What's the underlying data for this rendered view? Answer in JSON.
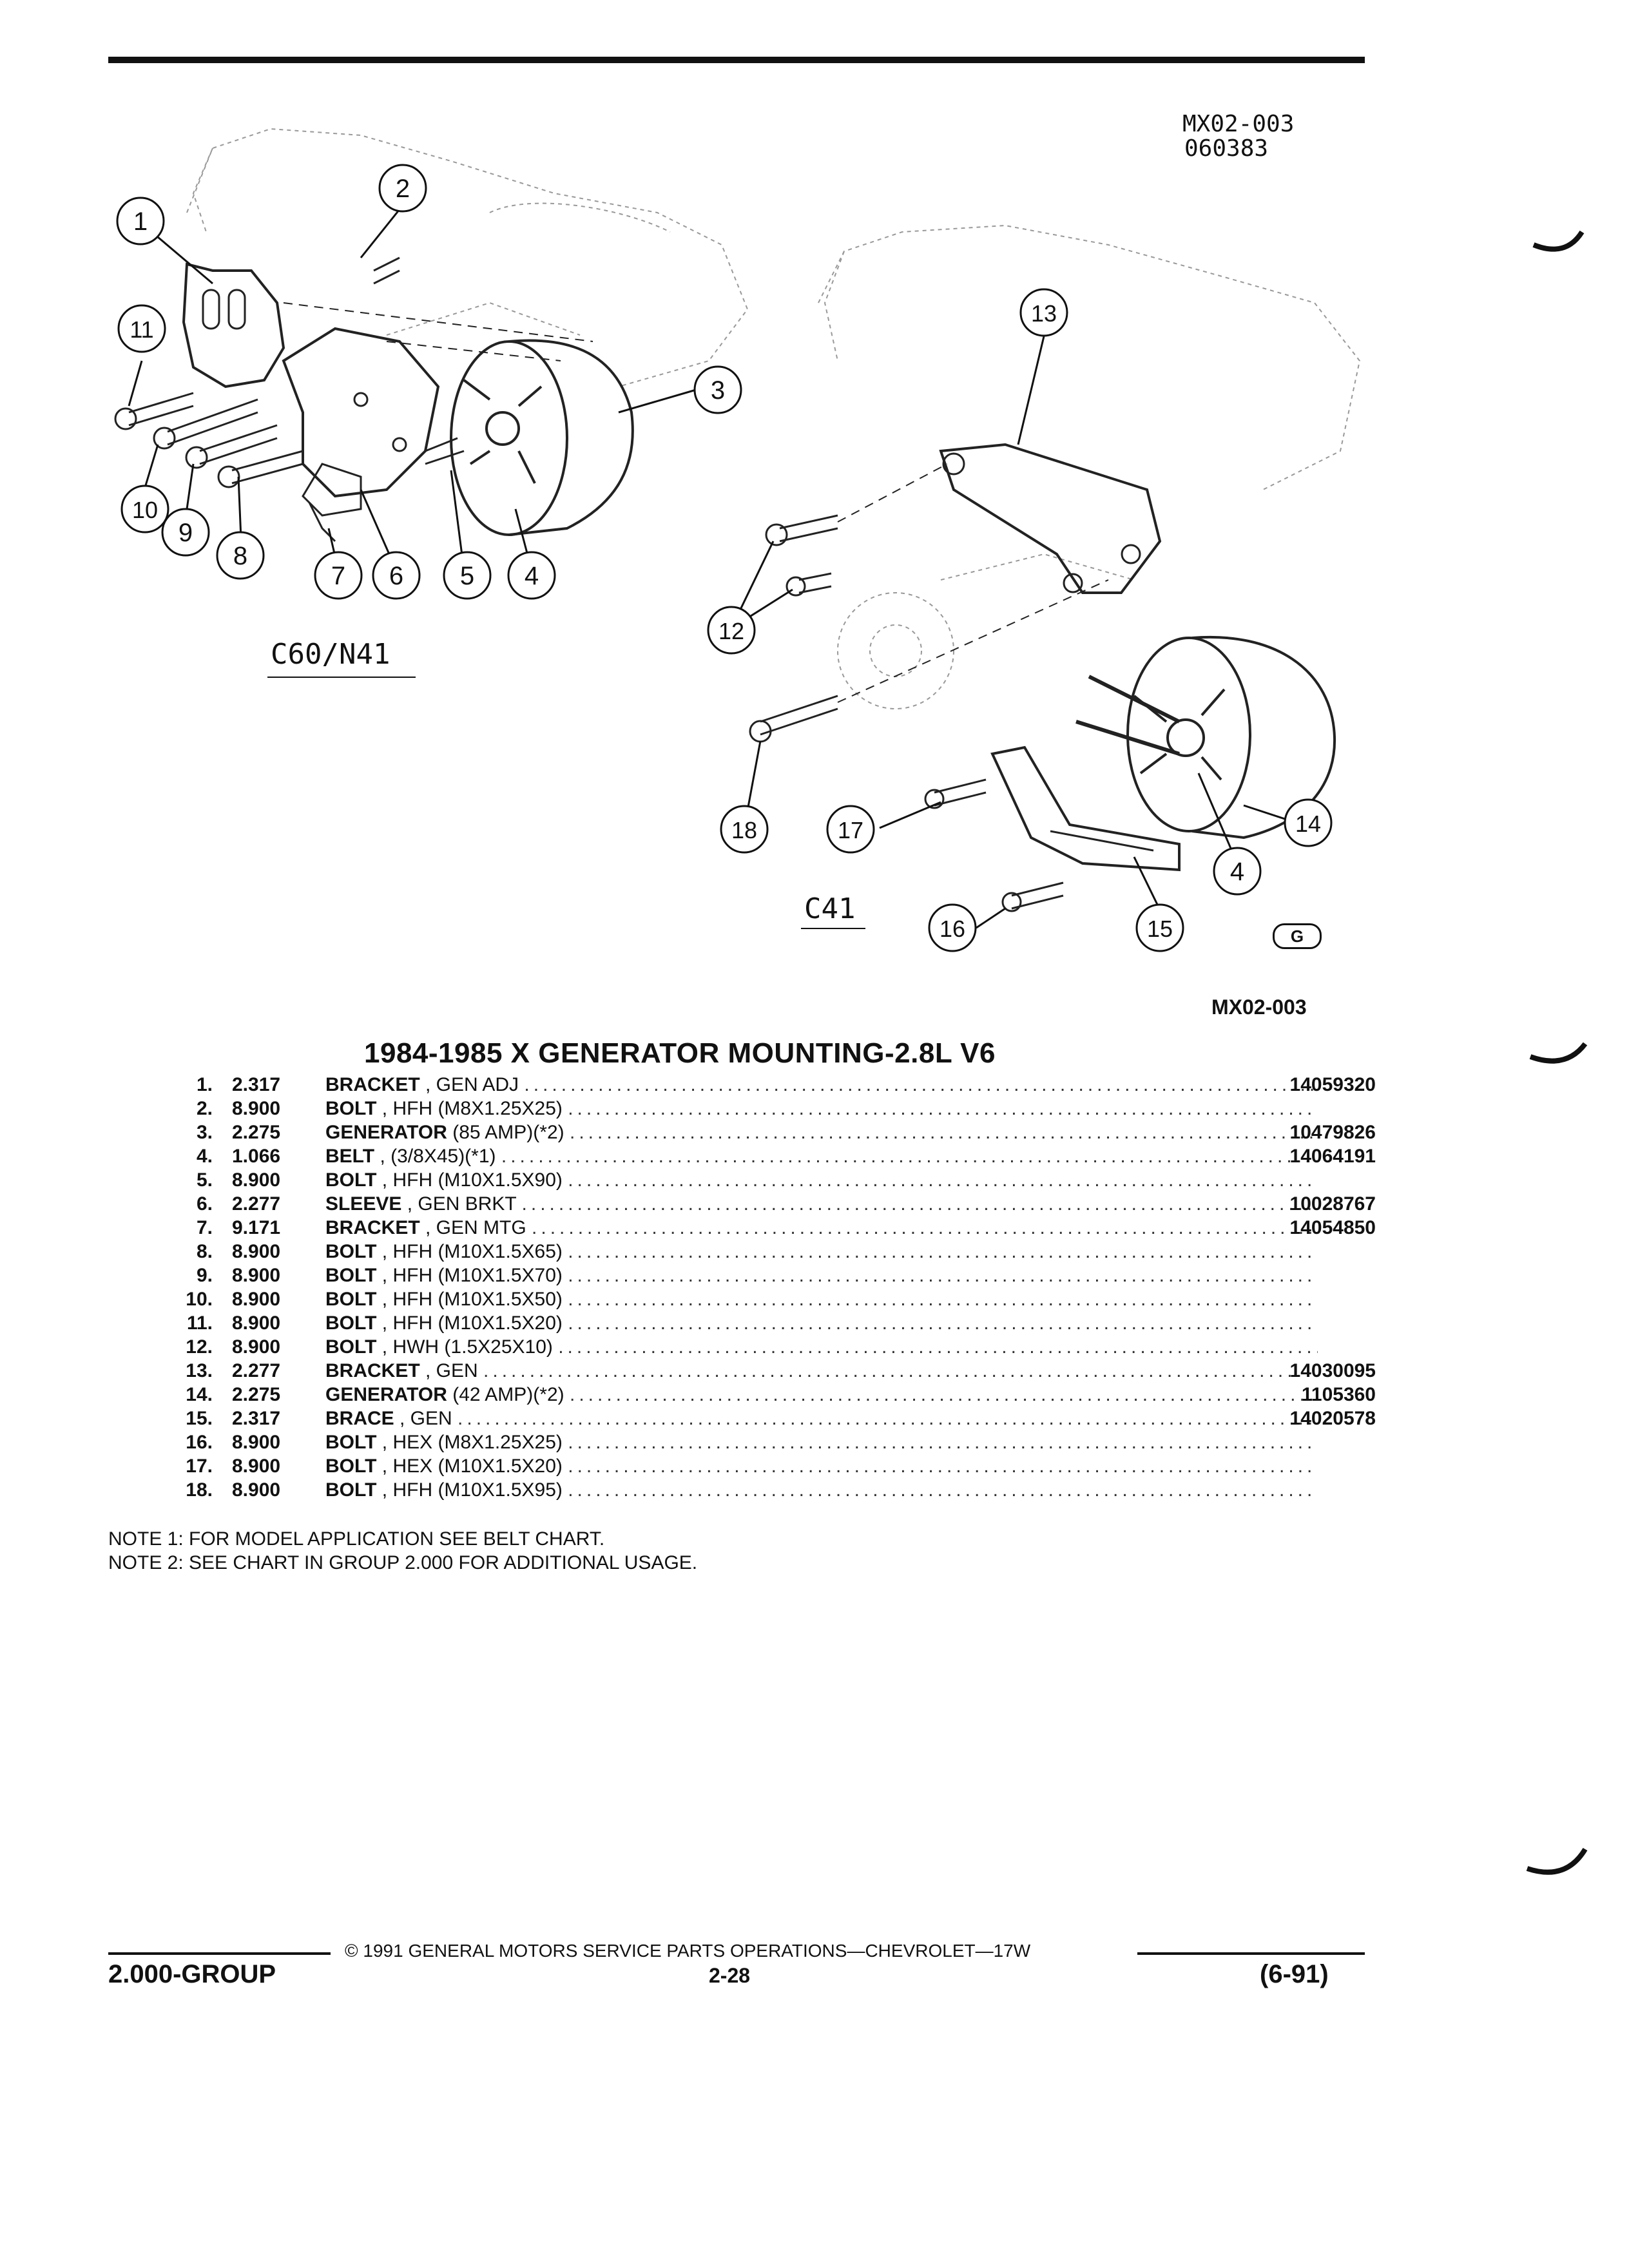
{
  "header": {
    "code": "MX02-003",
    "date": "060383"
  },
  "diagram": {
    "left_label": "C60/N41",
    "right_label": "C41",
    "logo_text": "G",
    "figure_id": "MX02-003",
    "callouts_left": [
      "1",
      "2",
      "3",
      "4",
      "5",
      "6",
      "7",
      "8",
      "9",
      "10",
      "11"
    ],
    "callouts_right": [
      "4",
      "12",
      "13",
      "14",
      "15",
      "16",
      "17",
      "18"
    ]
  },
  "title": "1984-1985 X GENERATOR MOUNTING-2.8L V6",
  "parts": [
    {
      "num": "1.",
      "group": "2.317",
      "name": "BRACKET",
      "desc": ", GEN ADJ",
      "pn": "14059320"
    },
    {
      "num": "2.",
      "group": "8.900",
      "name": "BOLT",
      "desc": ", HFH (M8X1.25X25)",
      "pn": ""
    },
    {
      "num": "3.",
      "group": "2.275",
      "name": "GENERATOR",
      "desc": "(85 AMP)(*2)",
      "pn": "10479826"
    },
    {
      "num": "4.",
      "group": "1.066",
      "name": "BELT",
      "desc": ", (3/8X45)(*1)",
      "pn": "14064191"
    },
    {
      "num": "5.",
      "group": "8.900",
      "name": "BOLT",
      "desc": ", HFH (M10X1.5X90)",
      "pn": ""
    },
    {
      "num": "6.",
      "group": "2.277",
      "name": "SLEEVE",
      "desc": ", GEN BRKT",
      "pn": "10028767"
    },
    {
      "num": "7.",
      "group": "9.171",
      "name": "BRACKET",
      "desc": ", GEN MTG",
      "pn": "14054850"
    },
    {
      "num": "8.",
      "group": "8.900",
      "name": "BOLT",
      "desc": ", HFH (M10X1.5X65)",
      "pn": ""
    },
    {
      "num": "9.",
      "group": "8.900",
      "name": "BOLT",
      "desc": ", HFH (M10X1.5X70)",
      "pn": ""
    },
    {
      "num": "10.",
      "group": "8.900",
      "name": "BOLT",
      "desc": ", HFH (M10X1.5X50)",
      "pn": ""
    },
    {
      "num": "11.",
      "group": "8.900",
      "name": "BOLT",
      "desc": ", HFH (M10X1.5X20)",
      "pn": ""
    },
    {
      "num": "12.",
      "group": "8.900",
      "name": "BOLT",
      "desc": ", HWH (1.5X25X10)",
      "pn": ""
    },
    {
      "num": "13.",
      "group": "2.277",
      "name": "BRACKET",
      "desc": ", GEN",
      "pn": "14030095"
    },
    {
      "num": "14.",
      "group": "2.275",
      "name": "GENERATOR",
      "desc": "(42 AMP)(*2)",
      "pn": "1105360"
    },
    {
      "num": "15.",
      "group": "2.317",
      "name": "BRACE",
      "desc": ", GEN",
      "pn": "14020578"
    },
    {
      "num": "16.",
      "group": "8.900",
      "name": "BOLT",
      "desc": ", HEX (M8X1.25X25)",
      "pn": ""
    },
    {
      "num": "17.",
      "group": "8.900",
      "name": "BOLT",
      "desc": ", HEX (M10X1.5X20)",
      "pn": ""
    },
    {
      "num": "18.",
      "group": "8.900",
      "name": "BOLT",
      "desc": ", HFH (M10X1.5X95)",
      "pn": ""
    }
  ],
  "notes": [
    "NOTE  1:  FOR MODEL APPLICATION SEE BELT CHART.",
    "NOTE  2:  SEE CHART IN GROUP 2.000 FOR ADDITIONAL USAGE."
  ],
  "footer": {
    "copyright": "© 1991 GENERAL MOTORS SERVICE PARTS OPERATIONS—CHEVROLET—17W",
    "group": "2.000-GROUP",
    "page": "2-28",
    "date": "(6-91)"
  },
  "colors": {
    "ink": "#111111",
    "paper": "#ffffff"
  }
}
